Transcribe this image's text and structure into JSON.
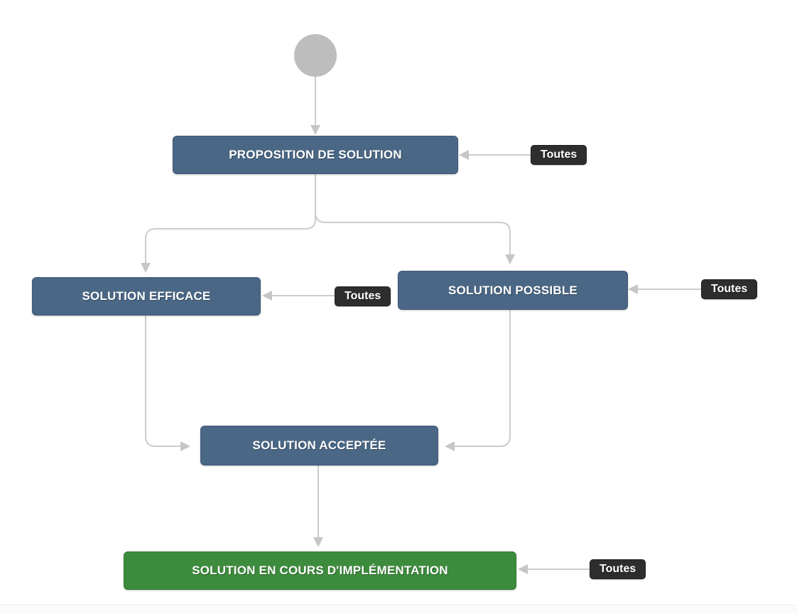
{
  "diagram": {
    "type": "workflow-state-diagram",
    "start_node": {
      "shape": "circle",
      "color": "#bdbdbd"
    },
    "nodes": [
      {
        "id": "proposition",
        "label": "PROPOSITION DE SOLUTION",
        "color": "#4a6785"
      },
      {
        "id": "efficace",
        "label": "SOLUTION EFFICACE",
        "color": "#4a6785"
      },
      {
        "id": "possible",
        "label": "SOLUTION POSSIBLE",
        "color": "#4a6785"
      },
      {
        "id": "acceptee",
        "label": "SOLUTION ACCEPTÉE",
        "color": "#4a6785"
      },
      {
        "id": "implementation",
        "label": "SOLUTION EN COURS D'IMPLÉMENTATION",
        "color": "#3d8b3d"
      }
    ],
    "transitions": [
      {
        "label": "Toutes",
        "target": "proposition"
      },
      {
        "label": "Toutes",
        "target": "efficace"
      },
      {
        "label": "Toutes",
        "target": "possible"
      },
      {
        "label": "Toutes",
        "target": "implementation"
      }
    ],
    "edges": [
      {
        "from": "start",
        "to": "proposition"
      },
      {
        "from": "proposition",
        "to": "efficace"
      },
      {
        "from": "proposition",
        "to": "possible"
      },
      {
        "from": "efficace",
        "to": "acceptee"
      },
      {
        "from": "possible",
        "to": "acceptee"
      },
      {
        "from": "acceptee",
        "to": "implementation"
      }
    ],
    "colors": {
      "status_blue": "#4a6785",
      "status_green": "#3d8b3d",
      "transition_label_bg": "#2e2e2e",
      "arrow": "#cccccc",
      "start_circle": "#bdbdbd",
      "text": "#ffffff"
    }
  }
}
